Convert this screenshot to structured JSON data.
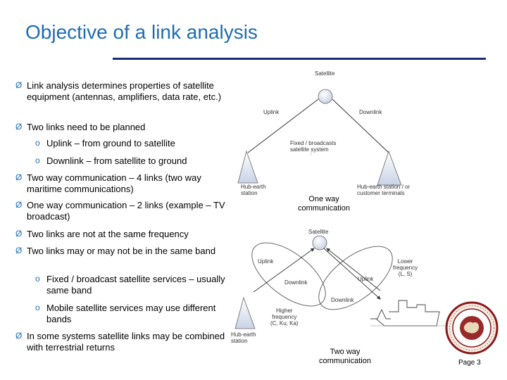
{
  "title": "Objective of a link analysis",
  "bullets": [
    {
      "text": "Link analysis determines properties of satellite equipment  (antennas, amplifiers, data rate, etc.)"
    },
    {
      "text": " Two links need to be planned"
    },
    {
      "text": "Uplink – from ground to satellite"
    },
    {
      "text": "Downlink – from satellite to ground"
    },
    {
      "text": "Two way communication – 4 links (two way maritime communications)"
    },
    {
      "text": "One way communication – 2 links (example – TV broadcast)"
    },
    {
      "text": "Two links are not at the same frequency"
    },
    {
      "text": "Two links may or may not be in the same band"
    },
    {
      "text": "Fixed / broadcast satellite services – usually same band"
    },
    {
      "text": "Mobile satellite services may use different bands"
    },
    {
      "text": "In some systems satellite links may be combined with terrestrial returns"
    }
  ],
  "bullet_marks": {
    "level1": "Ø",
    "level2": "o"
  },
  "diagram_top": {
    "satellite": "Satellite",
    "uplink": "Uplink",
    "downlink": "Downlink",
    "system_line1": "Fixed / broadcasts",
    "system_line2": "satellite system",
    "hub_line1": "Hub-earth",
    "hub_line2": "station",
    "terminal_line1": "Hub-earth station / or",
    "terminal_line2": "customer terminals",
    "caption_line1": "One way",
    "caption_line2": "communication"
  },
  "diagram_bottom": {
    "satellite": "Satellite",
    "uplink_left": "Uplink",
    "downlink_left": "Downlink",
    "uplink_right": "Uplink",
    "downlink_right": "Downlink",
    "lower_line1": "Lower",
    "lower_line2": "frequency",
    "lower_line3": "(L, S)",
    "higher_line1": "Higher",
    "higher_line2": "frequency",
    "higher_line3": "(C, Ku, Ka)",
    "hub_line1": "Hub-earth",
    "hub_line2": "station",
    "caption_line1": "Two way",
    "caption_line2": "communication"
  },
  "page": "Page 3",
  "colors": {
    "title": "#1f6db3",
    "rule": "#1a2a7a",
    "bullet": "#1f6db3",
    "seal": "#8b1a1a"
  }
}
